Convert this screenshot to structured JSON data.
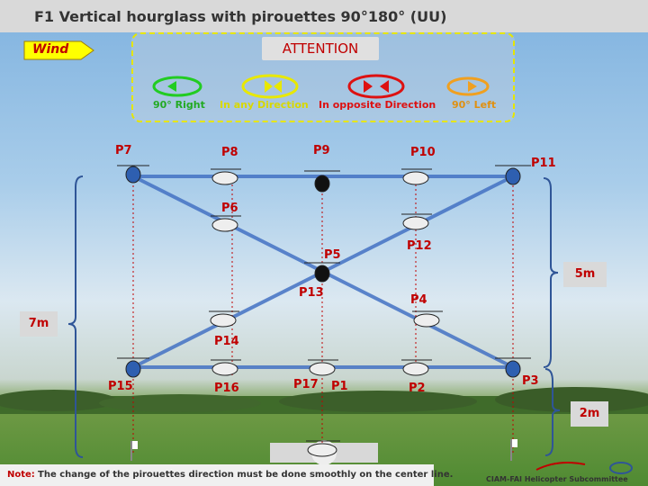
{
  "title": "F1 Vertical hourglass with pirouettes 90°180° (UU)",
  "wind": "Wind",
  "attention": "ATTENTION",
  "legend": {
    "right": "90° Right",
    "any": "In any Direction",
    "opposite": "In opposite Direction",
    "left": "90° Left"
  },
  "points": [
    "P7",
    "P8",
    "P9",
    "P10",
    "P11",
    "P6",
    "P12",
    "P5",
    "P13",
    "P4",
    "P14",
    "P15",
    "P16",
    "P17",
    "P1",
    "P2",
    "P3"
  ],
  "dimensions": {
    "d5": "5m",
    "d7": "7m",
    "d2": "2m"
  },
  "note": {
    "label": "Note:",
    "text": "The change of the pirouettes direction must be done smoothly on the center line."
  },
  "credit": "CIAM-FAI Helicopter Subcommittee",
  "colors": {
    "route": "#4472c4",
    "accent": "#c00000",
    "green": "#22cc22",
    "yellow": "#e8e800",
    "red": "#dd1111",
    "orange": "#f0a020"
  }
}
